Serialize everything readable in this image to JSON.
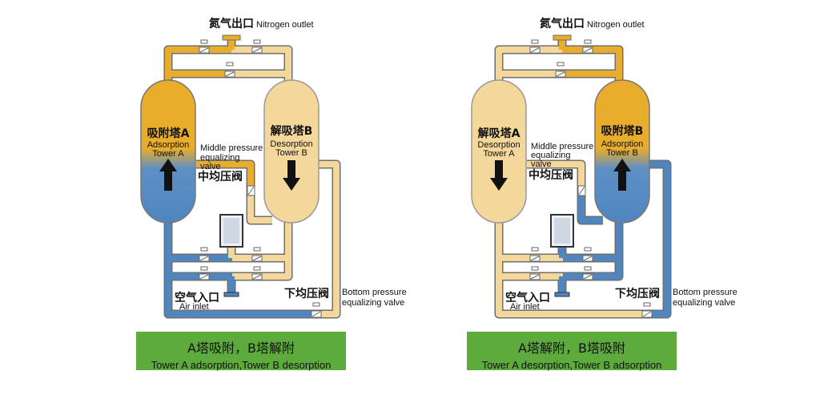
{
  "panels": [
    {
      "nitrogen_outlet_cn": "氮气出口",
      "nitrogen_outlet_en": "Nitrogen outlet",
      "tower_a_cn": "吸附塔A",
      "tower_a_en1": "Adsorption",
      "tower_a_en2": "Tower A",
      "tower_b_cn": "解吸塔B",
      "tower_b_en1": "Desorption",
      "tower_b_en2": "Tower B",
      "middle_en1": "Middle pressure",
      "middle_en2": "equalizing",
      "middle_en3": "valve",
      "middle_cn": "中均压阀",
      "air_inlet_cn": "空气入口",
      "air_inlet_en": "Air inlet",
      "bottom_cn": "下均压阀",
      "bottom_en1": "Bottom pressure",
      "bottom_en2": "equalizing valve",
      "caption_cn": "A塔吸附，B塔解附",
      "caption_en": "Tower A adsorption,Tower B desorption"
    },
    {
      "nitrogen_outlet_cn": "氮气出口",
      "nitrogen_outlet_en": "Nitrogen outlet",
      "tower_a_cn": "解吸塔A",
      "tower_a_en1": "Desorption",
      "tower_a_en2": "Tower A",
      "tower_b_cn": "吸附塔B",
      "tower_b_en1": "Adsorption",
      "tower_b_en2": "Tower B",
      "middle_en1": "Middle pressure",
      "middle_en2": "equalizing",
      "middle_en3": "valve",
      "middle_cn": "中均压阀",
      "air_inlet_cn": "空气入口",
      "air_inlet_en": "Air inlet",
      "bottom_cn": "下均压阀",
      "bottom_en1": "Bottom pressure",
      "bottom_en2": "equalizing valve",
      "caption_cn": "A塔解附，B塔吸附",
      "caption_en": "Tower A desorption,Tower B adsorption"
    }
  ],
  "colors": {
    "adsorption_gold": "#e8ad2a",
    "air_blue": "#4f86c0",
    "desorption_beige": "#f4d79a",
    "caption_green": "#5dab3c"
  }
}
